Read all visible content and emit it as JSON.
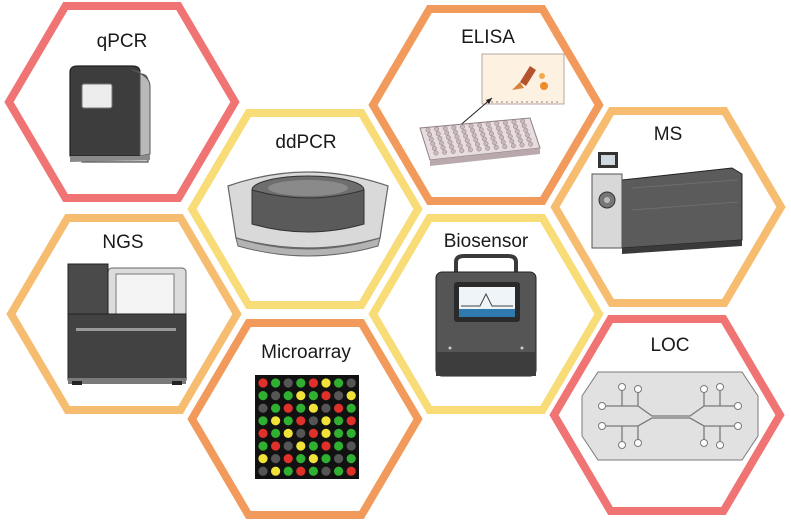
{
  "colors": {
    "red": "#f07474",
    "orange": "#f29a5c",
    "light_orange": "#f6bd70",
    "yellow": "#f8dc78"
  },
  "hexagons": [
    {
      "id": "qpcr",
      "label": "qPCR",
      "border": "red",
      "icon": "qpcr-instrument-icon"
    },
    {
      "id": "ddpcr",
      "label": "ddPCR",
      "border": "yellow",
      "icon": "ddpcr-instrument-icon"
    },
    {
      "id": "ngs",
      "label": "NGS",
      "border": "light_orange",
      "icon": "ngs-sequencer-icon"
    },
    {
      "id": "microarray",
      "label": "Microarray",
      "border": "orange",
      "icon": "microarray-grid-icon"
    },
    {
      "id": "elisa",
      "label": "ELISA",
      "border": "orange",
      "icon": "elisa-plate-icon"
    },
    {
      "id": "biosensor",
      "label": "Biosensor",
      "border": "yellow",
      "icon": "biosensor-device-icon"
    },
    {
      "id": "ms",
      "label": "MS",
      "border": "light_orange",
      "icon": "mass-spectrometer-icon"
    },
    {
      "id": "loc",
      "label": "LOC",
      "border": "red",
      "icon": "lab-on-chip-icon"
    }
  ],
  "microarray_pattern": [
    "RGYGRYGG",
    "GRGYGRGY",
    "YGRGYGRG",
    "GYGRGYGR",
    "RGYGRYGG",
    "GRGYGRGY",
    "YGRGYGRG",
    "GYGRGYGR"
  ]
}
